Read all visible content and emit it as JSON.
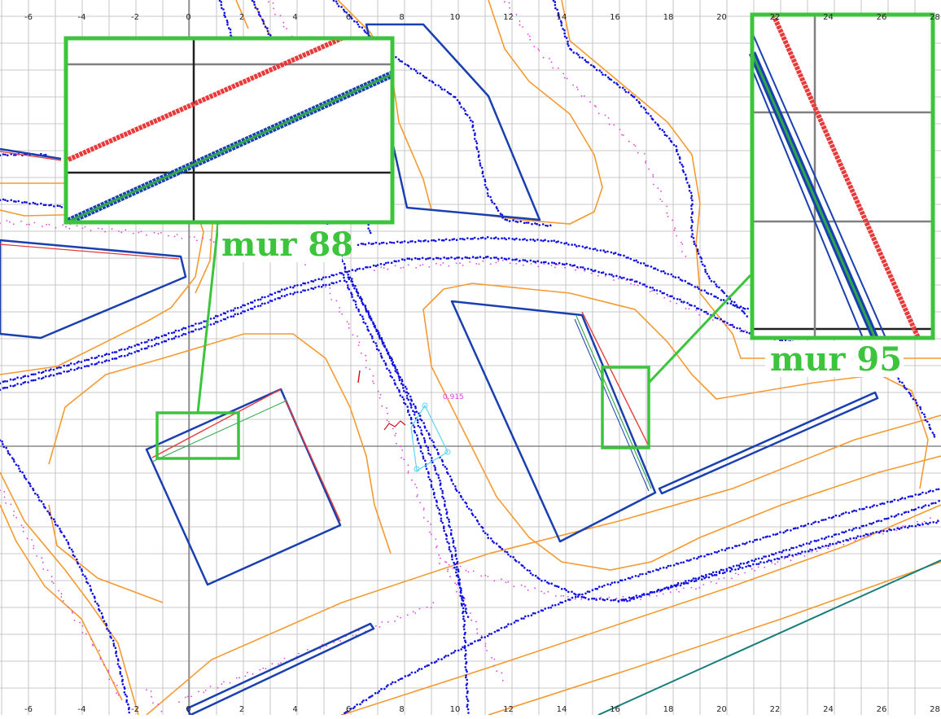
{
  "axes": {
    "x_ticks_top": [
      "-6",
      "-4",
      "-2",
      "0",
      "2",
      "4",
      "6",
      "8",
      "10",
      "12",
      "14",
      "16",
      "18",
      "20",
      "22",
      "24",
      "26",
      "28"
    ],
    "x_ticks_bottom": [
      "-6",
      "-4",
      "-2",
      "0",
      "2",
      "4",
      "6",
      "8",
      "10",
      "12",
      "14",
      "16",
      "18",
      "20",
      "22",
      "24",
      "26",
      "28"
    ]
  },
  "annotations": {
    "mur_88": "mur 88",
    "mur_95": "mur 95",
    "score": "0.915"
  },
  "colors": {
    "grid": "#b8b8b8",
    "axis": "#707070",
    "wall_model": "#1a3fb0",
    "wall_estimate": "#e83a3a",
    "wall_match": "#2ea84a",
    "scan_points": "#1010e0",
    "predicted_points": "#e040e0",
    "contour": "#f59a30",
    "zoom_frame": "#3cc43c",
    "robot_pose": "#59d6f0",
    "trajectory": "#d01010",
    "teal_line": "#157e7a"
  },
  "legend_semantics": {
    "left_zoom_detail": "zoom of wall 88 corner",
    "right_zoom_detail": "zoom of wall 95"
  }
}
